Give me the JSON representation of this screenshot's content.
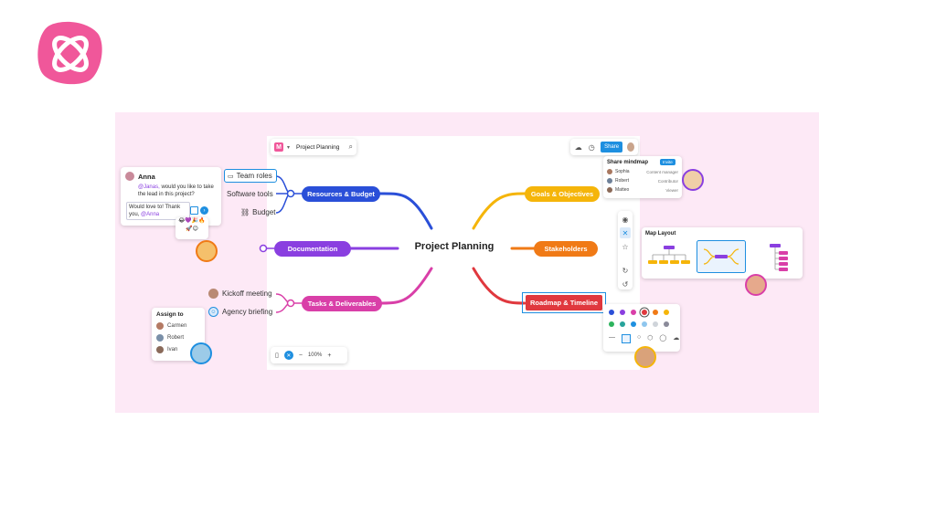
{
  "topbar": {
    "title": "Project Planning",
    "share_label": "Share"
  },
  "mindmap": {
    "central": "Project Planning",
    "branches": {
      "resources": "Resources & Budget",
      "documentation": "Documentation",
      "tasks": "Tasks & Deliverables",
      "goals": "Goals & Objectives",
      "stakeholders": "Stakeholders",
      "roadmap": "Roadmap & Timeline"
    },
    "subtopics": {
      "team_roles": "Team roles",
      "software_tools": "Software tools",
      "budget": "Budget",
      "kickoff": "Kickoff meeting",
      "agency": "Agency briefing"
    },
    "colors": {
      "resources": "#2a4fd8",
      "documentation": "#8a3fe0",
      "tasks": "#d93fa8",
      "goals": "#f5b50a",
      "stakeholders": "#f07a16",
      "roadmap": "#e0383e"
    }
  },
  "comment": {
    "author": "Anna",
    "mention": "@Janas,",
    "message": " would you like to take the lead in this project?",
    "reply": "Would love to! Thank you,",
    "reply_mention": "@Anna"
  },
  "assign": {
    "title": "Assign to",
    "people": [
      "Carmen",
      "Robert",
      "Ivan"
    ]
  },
  "share_panel": {
    "title": "Share mindmap",
    "invite_label": "Invite",
    "members": [
      {
        "name": "Sophia",
        "role": "Content manager"
      },
      {
        "name": "Robert",
        "role": "Contributor"
      },
      {
        "name": "Matteo",
        "role": "Viewer"
      }
    ]
  },
  "layout_panel": {
    "title": "Map Layout"
  },
  "palette": {
    "row1": [
      "#2a4fd8",
      "#8a3fe0",
      "#d93fa8",
      "#e0383e",
      "#f07a16",
      "#f5b50a"
    ],
    "row2": [
      "#2db35d",
      "#27a39b",
      "#1e90e0",
      "#8fc6ee",
      "#cfd4da",
      "#8a8a99"
    ]
  },
  "zoom": {
    "level": "100%"
  },
  "brand": {
    "logo_color": "#f0579a",
    "selection_color": "#1e8fe0"
  }
}
